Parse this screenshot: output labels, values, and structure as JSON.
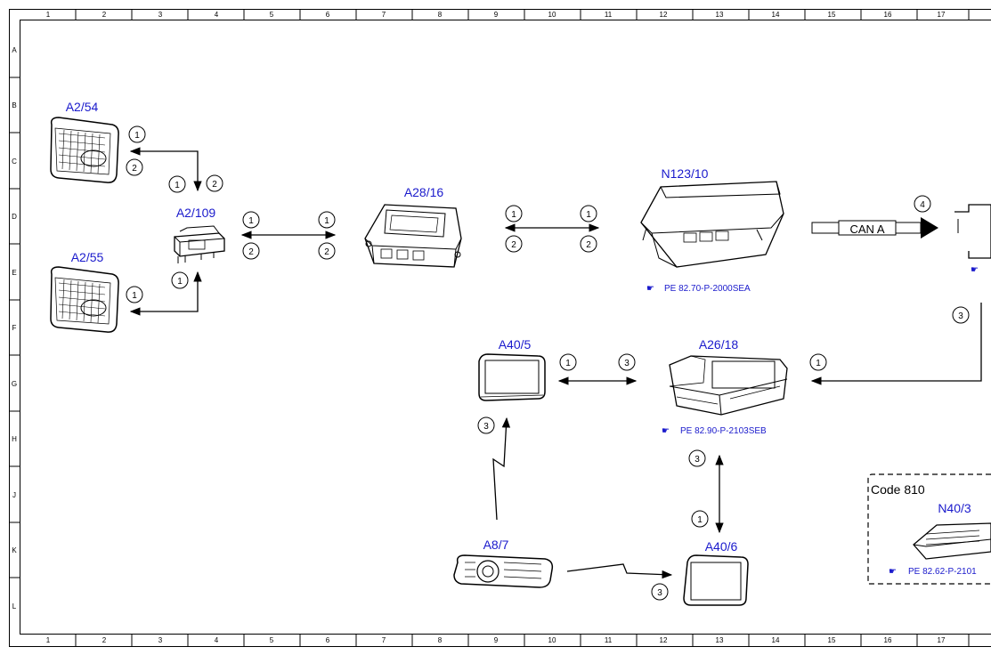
{
  "grid": {
    "columns": [
      "1",
      "2",
      "3",
      "4",
      "5",
      "6",
      "7",
      "8",
      "9",
      "10",
      "11",
      "12",
      "13",
      "14",
      "15",
      "16",
      "17"
    ],
    "rows": [
      "A",
      "B",
      "C",
      "D",
      "E",
      "F",
      "G",
      "H",
      "J",
      "K",
      "L"
    ]
  },
  "components": {
    "a2_54": "A2/54",
    "a2_55": "A2/55",
    "a2_109": "A2/109",
    "a28_16": "A28/16",
    "n123_10": "N123/10",
    "a40_5": "A40/5",
    "a26_18": "A26/18",
    "a8_7": "A8/7",
    "a40_6": "A40/6",
    "n40_3": "N40/3"
  },
  "references": {
    "n123_10": "PE 82.70-P-2000SEA",
    "a26_18": "PE 82.90-P-2103SEB",
    "n40_3": "PE 82.62-P-2101"
  },
  "can_label": "CAN A",
  "code_label": "Code 810",
  "numbers": {
    "a254_1": "1",
    "a254_2": "2",
    "a2109_top_1": "1",
    "a2109_top_2": "2",
    "a2109_right_1": "1",
    "a2109_right_2": "2",
    "a2816_left_1": "1",
    "a2816_left_2": "2",
    "a255_1": "1",
    "a2109_bot_1": "1",
    "a2816_right_1": "1",
    "a2816_right_2": "2",
    "n123_left_1": "1",
    "n123_left_2": "2",
    "can_4": "4",
    "right_3": "3",
    "a405_1": "1",
    "a2618_left_3": "3",
    "a2618_right_1": "1",
    "a405_bot_3": "3",
    "a2618_bot_3": "3",
    "a406_top_1": "1",
    "a406_3": "3"
  }
}
